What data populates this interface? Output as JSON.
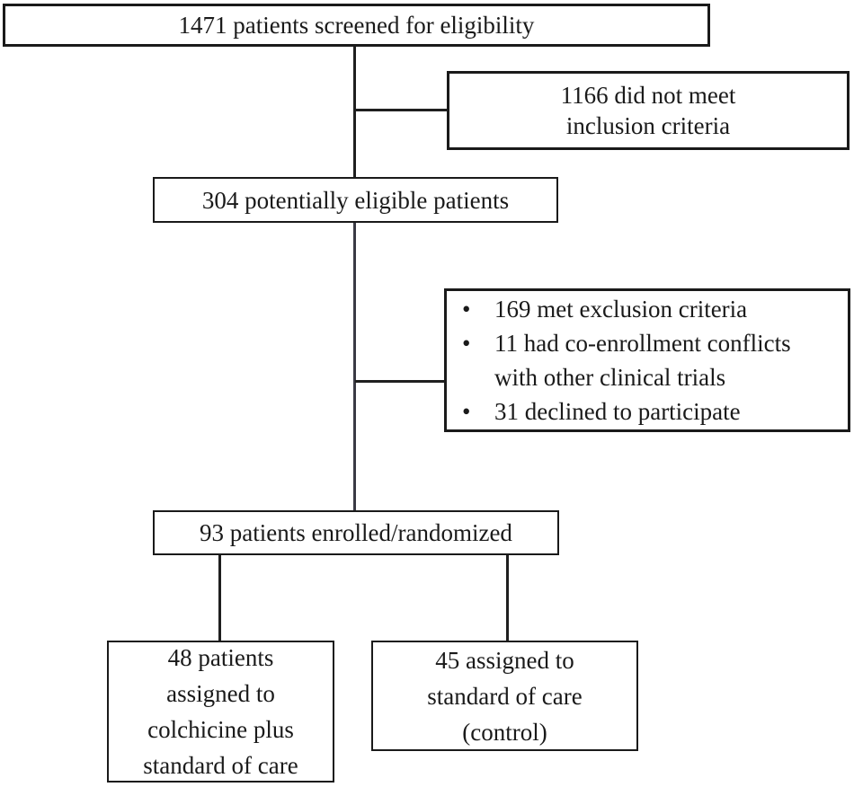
{
  "diagram": {
    "type": "consort-flowchart",
    "colors": {
      "background": "#ffffff",
      "box_border": "#1a1a1a",
      "text": "#1a1a1a",
      "connector": "#1f1f1f"
    },
    "nodes": {
      "screened": {
        "text": "1471 patients screened for eligibility"
      },
      "not_included": {
        "lines": [
          "1166 did not meet",
          "inclusion criteria"
        ]
      },
      "eligible": {
        "text": "304 potentially eligible patients"
      },
      "excluded": {
        "bullets": [
          "169 met exclusion criteria",
          "11 had co-enrollment conflicts with other clinical trials",
          "31 declined to participate"
        ]
      },
      "enrolled": {
        "text": "93 patients enrolled/randomized"
      },
      "colchicine_arm": {
        "lines": [
          "48 patients",
          "assigned to",
          "colchicine plus",
          "standard of care"
        ]
      },
      "control_arm": {
        "lines": [
          "45 assigned to",
          "standard of care",
          "(control)"
        ]
      }
    },
    "edges": [
      {
        "from": "screened",
        "to": "eligible"
      },
      {
        "from": "screened",
        "to": "not_included"
      },
      {
        "from": "eligible",
        "to": "enrolled"
      },
      {
        "from": "eligible",
        "to": "excluded"
      },
      {
        "from": "enrolled",
        "to": "colchicine_arm"
      },
      {
        "from": "enrolled",
        "to": "control_arm"
      }
    ]
  }
}
